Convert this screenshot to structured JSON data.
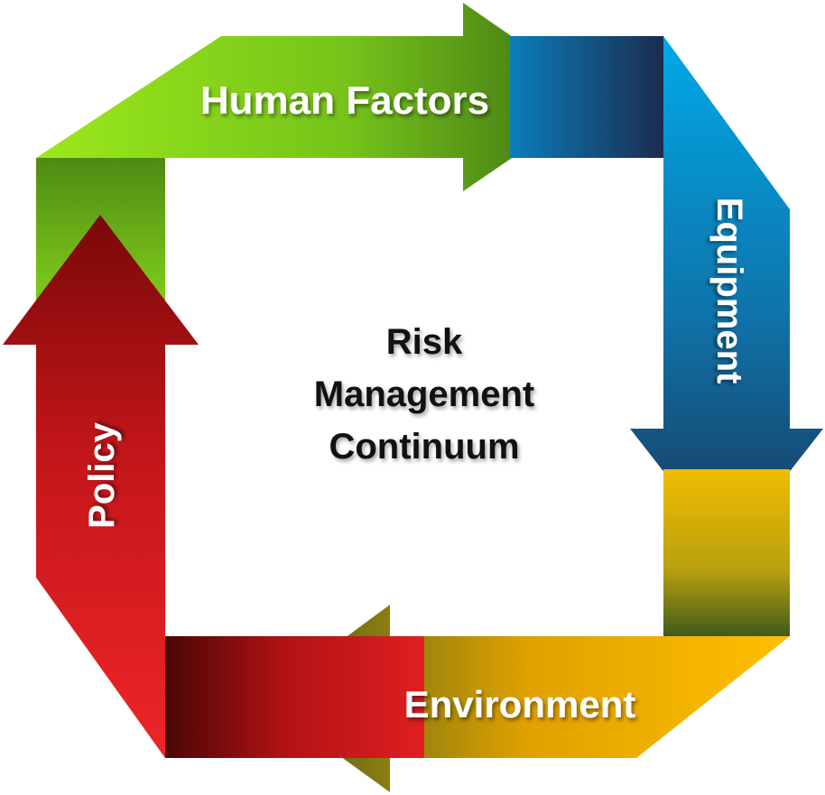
{
  "diagram": {
    "center_title": [
      "Risk",
      "Management",
      "Continuum"
    ],
    "arrows": [
      {
        "label": "Human Factors",
        "color_light": "#96e01a",
        "color_dark": "#3f6e14"
      },
      {
        "label": "Equipment",
        "color_light": "#00aaea",
        "color_dark": "#1c3a5e"
      },
      {
        "label": "Environment",
        "color_light": "#ffbe00",
        "color_dark": "#3f5a1c"
      },
      {
        "label": "Policy",
        "color_light": "#e82326",
        "color_dark": "#7a0a0a"
      }
    ]
  }
}
